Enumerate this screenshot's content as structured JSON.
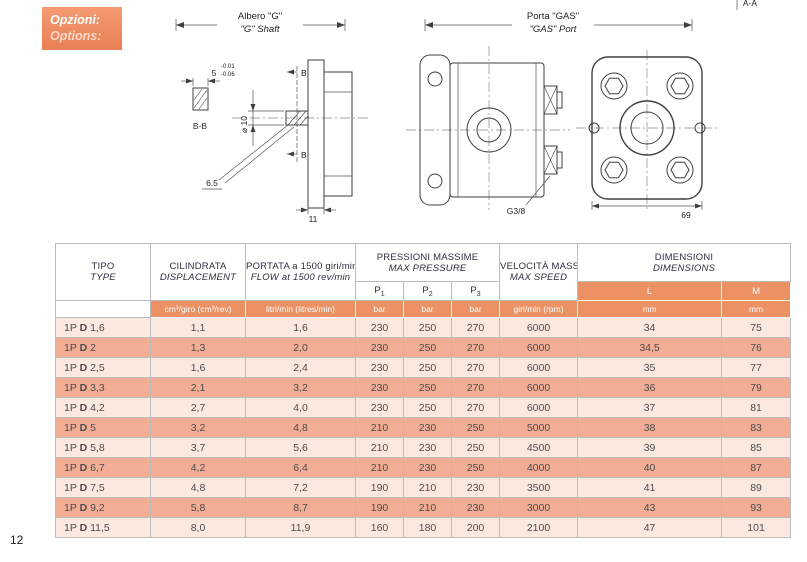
{
  "page": {
    "number": "12",
    "corner_mark": "A-A"
  },
  "options_box": {
    "italian": "Opzioni:",
    "english": "Options:"
  },
  "drawings": {
    "shaft": {
      "title_it": "Albero \"G\"",
      "title_en": "\"G\" Shaft",
      "dim_width": "5",
      "tol_upper": "-0.01",
      "tol_lower": "-0.06",
      "dim_diameter": "⌀ 10",
      "section_view_label": "B-B",
      "section_mark": "B",
      "dim_chamfer": "6.5",
      "dim_length": "11"
    },
    "port": {
      "title_it": "Porta \"GAS\"",
      "title_en": "\"GAS\" Port",
      "thread_label": "G3/8",
      "dim_width": "69"
    }
  },
  "table": {
    "headers": {
      "tipo": {
        "it": "TIPO",
        "en": "TYPE"
      },
      "cilindrata": {
        "it": "CILINDRATA",
        "en": "DISPLACEMENT"
      },
      "portata": {
        "it": "PORTATA a 1500 giri/min",
        "en": "FLOW at 1500 rev/min"
      },
      "pressioni": {
        "it": "PRESSIONI MASSIME",
        "en": "MAX PRESSURE"
      },
      "velocita": {
        "it": "VELOCITÀ MASSIMA",
        "en": "MAX SPEED"
      },
      "dimensioni": {
        "it": "DIMENSIONI",
        "en": "DIMENSIONS"
      },
      "p1": {
        "base": "P",
        "sub": "1"
      },
      "p2": {
        "base": "P",
        "sub": "2"
      },
      "p3": {
        "base": "P",
        "sub": "3"
      },
      "l": "L",
      "m": "M"
    },
    "units": {
      "displacement": "cm³/giro (cm³/rev)",
      "flow": "litri/min (litres/min)",
      "bar": "bar",
      "speed": "giri/min (rpm)",
      "mm": "mm"
    },
    "rows": [
      {
        "t1": "1P",
        "t2": "D",
        "t3": "1,6",
        "c": [
          "1,1",
          "1,6",
          "230",
          "250",
          "270",
          "6000",
          "34",
          "75"
        ]
      },
      {
        "t1": "1P",
        "t2": "D",
        "t3": "2",
        "c": [
          "1,3",
          "2,0",
          "230",
          "250",
          "270",
          "6000",
          "34,5",
          "76"
        ]
      },
      {
        "t1": "1P",
        "t2": "D",
        "t3": "2,5",
        "c": [
          "1,6",
          "2,4",
          "230",
          "250",
          "270",
          "6000",
          "35",
          "77"
        ]
      },
      {
        "t1": "1P",
        "t2": "D",
        "t3": "3,3",
        "c": [
          "2,1",
          "3,2",
          "230",
          "250",
          "270",
          "6000",
          "36",
          "79"
        ]
      },
      {
        "t1": "1P",
        "t2": "D",
        "t3": "4,2",
        "c": [
          "2,7",
          "4,0",
          "230",
          "250",
          "270",
          "6000",
          "37",
          "81"
        ]
      },
      {
        "t1": "1P",
        "t2": "D",
        "t3": "5",
        "c": [
          "3,2",
          "4,8",
          "210",
          "230",
          "250",
          "5000",
          "38",
          "83"
        ]
      },
      {
        "t1": "1P",
        "t2": "D",
        "t3": "5,8",
        "c": [
          "3,7",
          "5,6",
          "210",
          "230",
          "250",
          "4500",
          "39",
          "85"
        ]
      },
      {
        "t1": "1P",
        "t2": "D",
        "t3": "6,7",
        "c": [
          "4,2",
          "6,4",
          "210",
          "230",
          "250",
          "4000",
          "40",
          "87"
        ]
      },
      {
        "t1": "1P",
        "t2": "D",
        "t3": "7,5",
        "c": [
          "4,8",
          "7,2",
          "190",
          "210",
          "230",
          "3500",
          "41",
          "89"
        ]
      },
      {
        "t1": "1P",
        "t2": "D",
        "t3": "9,2",
        "c": [
          "5,8",
          "8,7",
          "190",
          "210",
          "230",
          "3000",
          "43",
          "93"
        ]
      },
      {
        "t1": "1P",
        "t2": "D",
        "t3": "11,5",
        "c": [
          "8,0",
          "11,9",
          "160",
          "180",
          "200",
          "2100",
          "47",
          "101"
        ]
      }
    ]
  }
}
